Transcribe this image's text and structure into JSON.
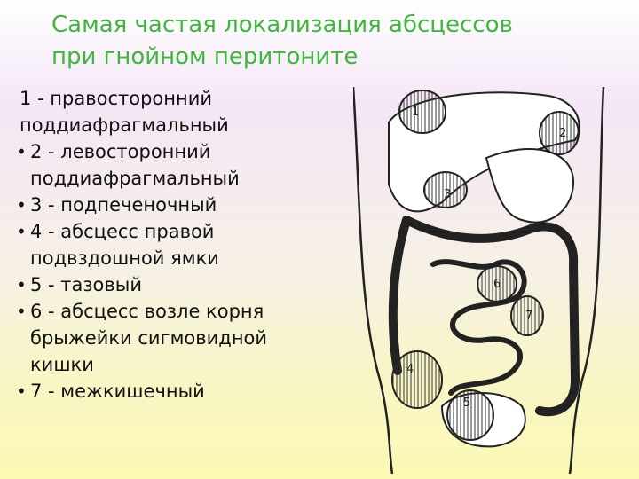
{
  "slide": {
    "title_lines": [
      "Самая частая локализация абсцессов",
      "при гнойном перитоните"
    ],
    "items": [
      {
        "lines": [
          "1 - правосторонний",
          "поддиафрагмальный"
        ],
        "bullet": false
      },
      {
        "lines": [
          "2 - левосторонний",
          "поддиафрагмальный"
        ],
        "bullet": true
      },
      {
        "lines": [
          "3 - подпеченочный"
        ],
        "bullet": true
      },
      {
        "lines": [
          "4 - абсцесс правой",
          "подвздошной ямки"
        ],
        "bullet": true
      },
      {
        "lines": [
          "5 - тазовый"
        ],
        "bullet": true
      },
      {
        "lines": [
          "6 - абсцесс возле корня",
          "брыжейки сигмовидной",
          "кишки"
        ],
        "bullet": true
      },
      {
        "lines": [
          "7 - межкишечный"
        ],
        "bullet": true
      }
    ],
    "bullet_char": "•"
  },
  "illustration": {
    "zone_labels": [
      "1",
      "2",
      "3",
      "4",
      "5",
      "6",
      "7"
    ]
  }
}
